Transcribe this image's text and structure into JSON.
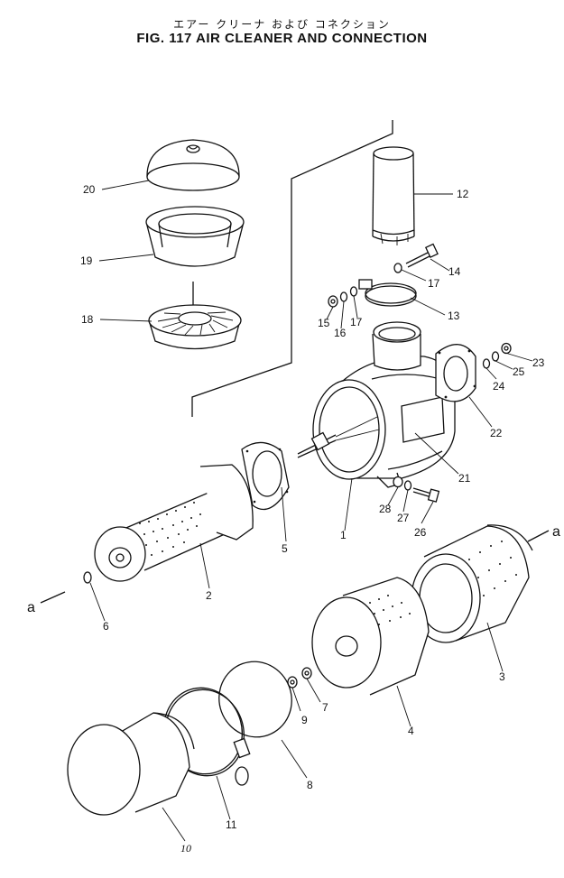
{
  "title": {
    "japanese": "エアー クリーナ および コネクション",
    "english": "FIG. 117  AIR  CLEANER  AND  CONNECTION"
  },
  "callouts": {
    "c1": "1",
    "c2": "2",
    "c3": "3",
    "c4": "4",
    "c5": "5",
    "c6": "6",
    "c7": "7",
    "c8": "8",
    "c9": "9",
    "c10": "10",
    "c11": "11",
    "c12": "12",
    "c13": "13",
    "c14": "14",
    "c15": "15",
    "c16": "16",
    "c17a": "17",
    "c17b": "17",
    "c18": "18",
    "c19": "19",
    "c20": "20",
    "c21": "21",
    "c22": "22",
    "c23": "23",
    "c24": "24",
    "c25": "25",
    "c26": "26",
    "c27": "27",
    "c28": "28"
  },
  "connection_marks": {
    "left": "a",
    "right": "a"
  }
}
